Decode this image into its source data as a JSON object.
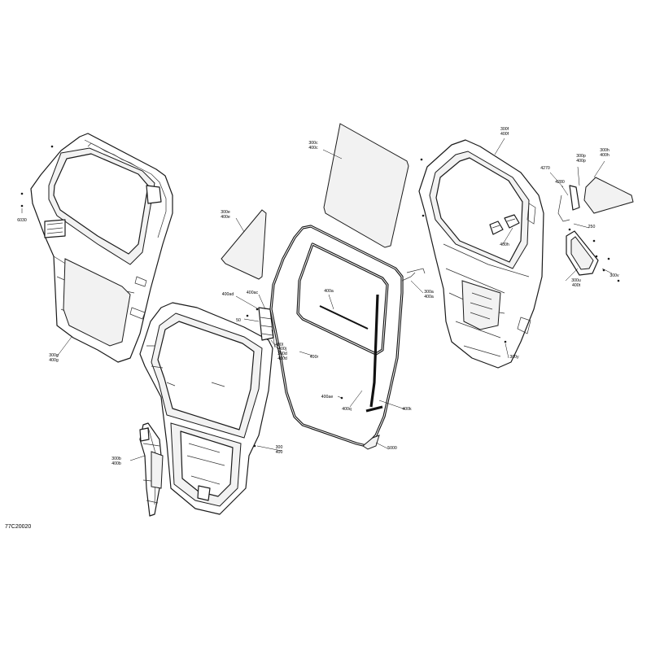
{
  "figure_code": "77C20020",
  "callouts": [
    {
      "id": "c300c",
      "lines": [
        "300c",
        "400c"
      ]
    },
    {
      "id": "c300f",
      "lines": [
        "300f",
        "400f"
      ]
    },
    {
      "id": "c300h",
      "lines": [
        "300h",
        "400h"
      ]
    },
    {
      "id": "c300p",
      "lines": [
        "300p",
        "400p"
      ]
    },
    {
      "id": "c4270",
      "lines": [
        "4270"
      ]
    },
    {
      "id": "c4280",
      "lines": [
        "4280"
      ]
    },
    {
      "id": "c250",
      "lines": [
        "250"
      ]
    },
    {
      "id": "c400h",
      "lines": [
        "400h"
      ]
    },
    {
      "id": "c300u",
      "lines": [
        "300u",
        "400t"
      ]
    },
    {
      "id": "c300v",
      "lines": [
        "300v"
      ]
    },
    {
      "id": "c300y",
      "lines": [
        "300y"
      ]
    },
    {
      "id": "c300e",
      "lines": [
        "300e",
        "400e"
      ]
    },
    {
      "id": "c300a",
      "lines": [
        "300a",
        "400a"
      ]
    },
    {
      "id": "c400a",
      "lines": [
        "400a"
      ]
    },
    {
      "id": "c400ad",
      "lines": [
        "400ad"
      ]
    },
    {
      "id": "c400ac",
      "lines": [
        "400ac"
      ]
    },
    {
      "id": "c50",
      "lines": [
        "50"
      ]
    },
    {
      "id": "c400j",
      "lines": [
        "400j",
        "300d",
        "400d"
      ]
    },
    {
      "id": "c400l",
      "lines": [
        "400l"
      ]
    },
    {
      "id": "c400r",
      "lines": [
        "400r"
      ]
    },
    {
      "id": "c400ae",
      "lines": [
        "400ae"
      ]
    },
    {
      "id": "c400q",
      "lines": [
        "400q"
      ]
    },
    {
      "id": "c400k",
      "lines": [
        "400k"
      ]
    },
    {
      "id": "c300",
      "lines": [
        "300",
        "400"
      ]
    },
    {
      "id": "c5000",
      "lines": [
        "5000"
      ]
    },
    {
      "id": "c300g",
      "lines": [
        "300g",
        "400g"
      ]
    },
    {
      "id": "c6030",
      "lines": [
        "6030"
      ]
    },
    {
      "id": "c300b",
      "lines": [
        "300b",
        "400b"
      ]
    }
  ]
}
